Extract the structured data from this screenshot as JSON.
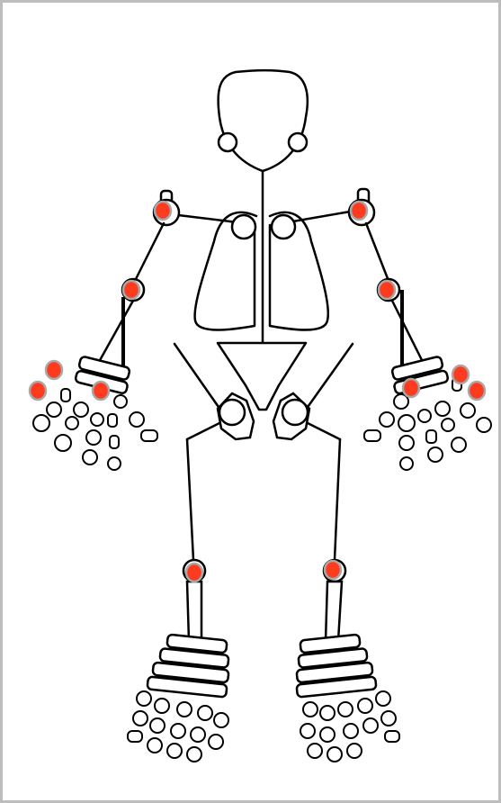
{
  "colors": {
    "frame": "#bdbdbd",
    "skeleton": "#000000",
    "marker_fill": "#ff3b1f",
    "marker_ring": "#a8a8a8"
  },
  "markers": [
    {
      "name": "left-shoulder-marker"
    },
    {
      "name": "right-shoulder-marker"
    },
    {
      "name": "left-elbow-marker"
    },
    {
      "name": "right-elbow-marker"
    },
    {
      "name": "left-wrist-marker-outer"
    },
    {
      "name": "left-wrist-marker-lower"
    },
    {
      "name": "left-wrist-marker-inner"
    },
    {
      "name": "right-wrist-marker-inner"
    },
    {
      "name": "right-wrist-marker-upper"
    },
    {
      "name": "right-wrist-marker-outer"
    },
    {
      "name": "left-knee-marker"
    },
    {
      "name": "right-knee-marker"
    }
  ]
}
